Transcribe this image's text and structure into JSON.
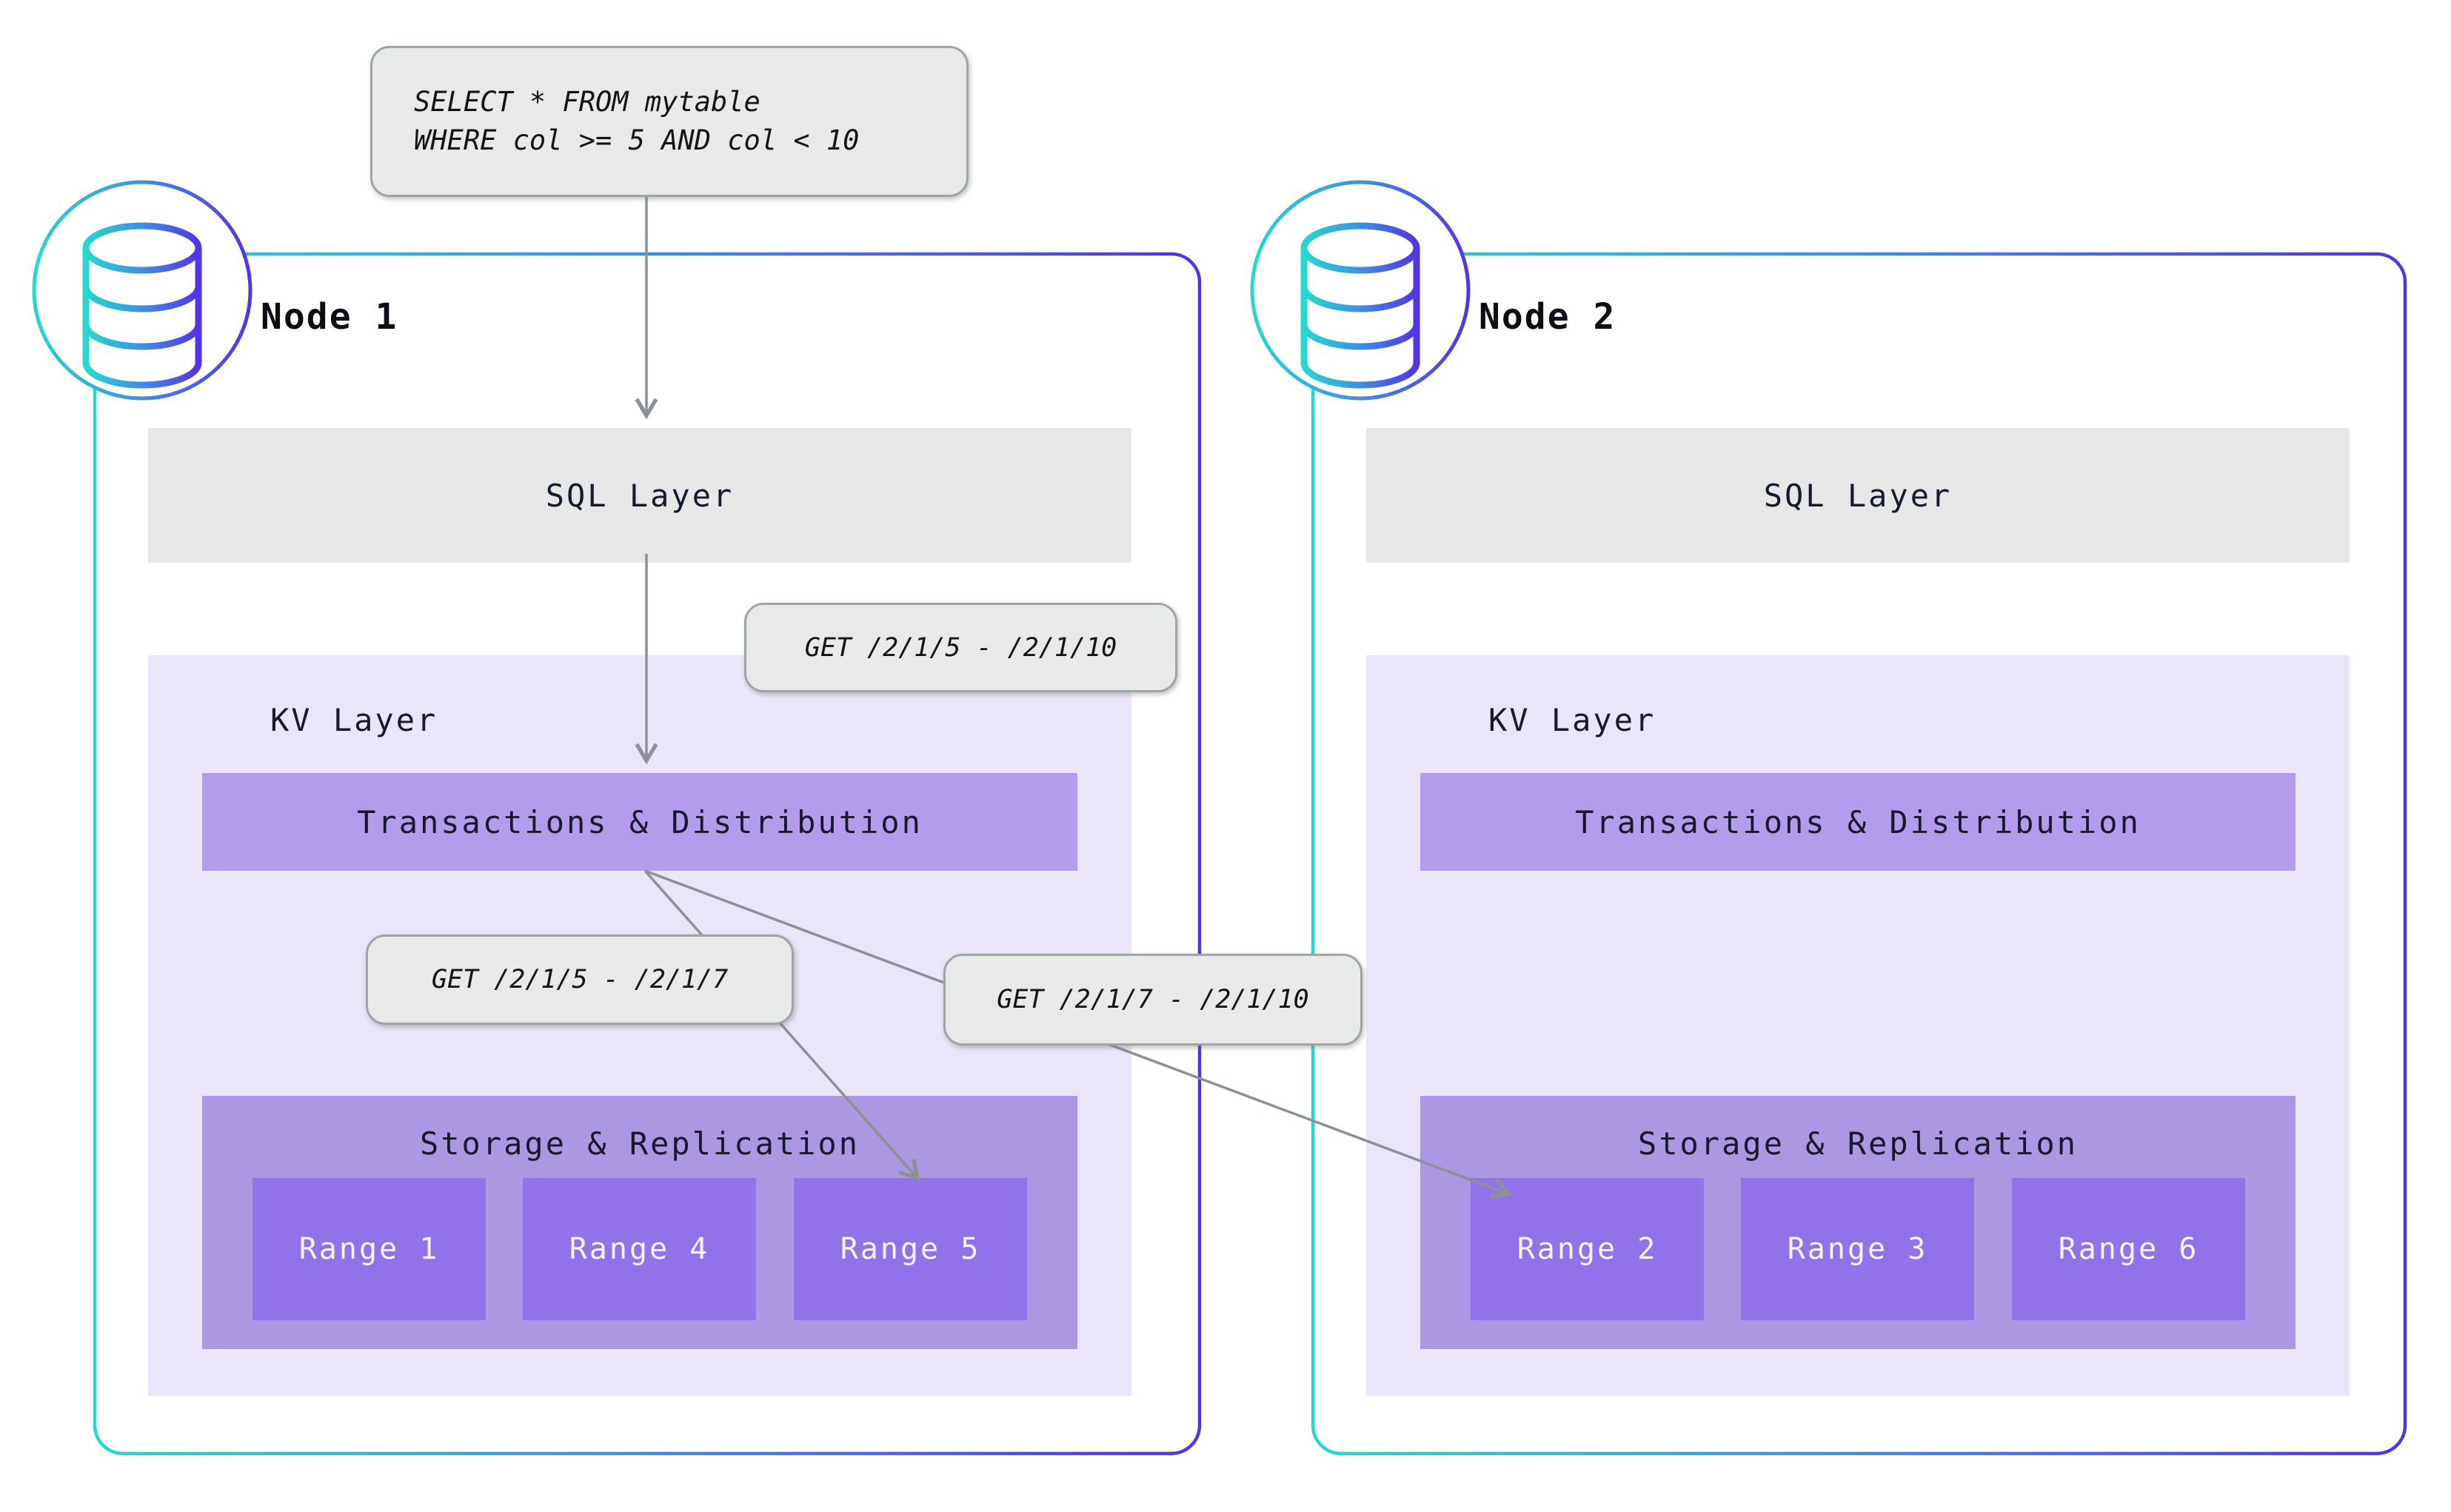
{
  "query_box": {
    "line1": "SELECT * FROM mytable",
    "line2": "WHERE col >= 5 AND col < 10"
  },
  "request_labels": {
    "full": "GET /2/1/5 - /2/1/10",
    "left": "GET /2/1/5 - /2/1/7",
    "right": "GET /2/1/7 - /2/1/10"
  },
  "nodes": [
    {
      "title": "Node 1",
      "sql_layer": "SQL Layer",
      "kv_layer": "KV Layer",
      "transactions": "Transactions & Distribution",
      "storage": "Storage & Replication",
      "ranges": [
        "Range 1",
        "Range 4",
        "Range 5"
      ]
    },
    {
      "title": "Node 2",
      "sql_layer": "SQL Layer",
      "kv_layer": "KV Layer",
      "transactions": "Transactions & Distribution",
      "storage": "Storage & Replication",
      "ranges": [
        "Range 2",
        "Range 3",
        "Range 6"
      ]
    }
  ],
  "icons": {
    "node_badge": "database-cylinder-icon"
  },
  "colors": {
    "node_border_gradient": [
      "#27d8ce",
      "#3f8ee6",
      "#5433e4"
    ],
    "sql_layer_bg": "#e6e8e7",
    "kv_layer_bg": "#ebe5fa",
    "transactions_bar_bg": "#b29ceb",
    "storage_bg": "#ab97e2",
    "range_bg": "#9172e8",
    "range_text": "#f6f3ff",
    "label_bg": "#e8eae9",
    "label_border": "#9fa5a5",
    "arrow": "#8b9194",
    "title_text": "#0d0d18",
    "layer_text": "#18182e"
  }
}
